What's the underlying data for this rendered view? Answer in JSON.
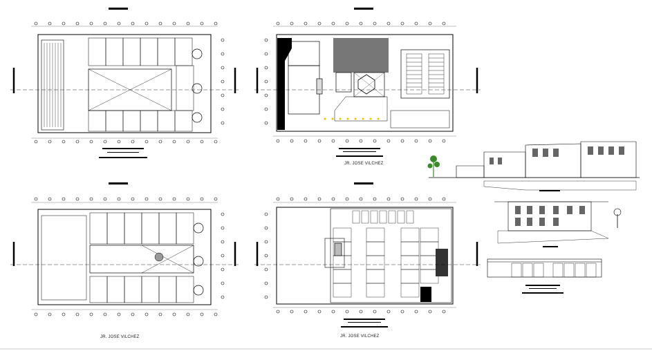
{
  "drawing": {
    "street_label_top_right": "JR. JOSE VILCHEZ",
    "street_label_bottom_left": "JR. JOSE VILCHEZ",
    "street_label_bottom_right": "JR. JOSE VILCHEZ"
  },
  "colors": {
    "line": "#000000",
    "dim": "#555555",
    "accent_yellow": "#e8c400",
    "tree_green": "#3a8a2a",
    "background": "#ffffff"
  },
  "panels": [
    {
      "id": "plan-1",
      "kind": "floor plan"
    },
    {
      "id": "plan-2",
      "kind": "floor plan"
    },
    {
      "id": "plan-3",
      "kind": "floor plan"
    },
    {
      "id": "plan-4",
      "kind": "parking plan"
    },
    {
      "id": "elevation-1",
      "kind": "elevation"
    },
    {
      "id": "section-1",
      "kind": "section"
    },
    {
      "id": "elevation-2",
      "kind": "front elevation"
    }
  ]
}
